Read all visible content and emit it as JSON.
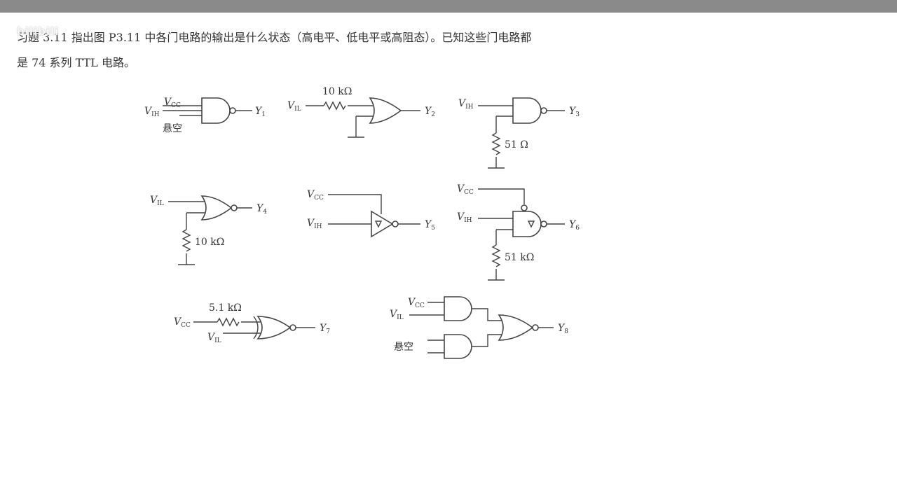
{
  "header": {
    "line1": "习题 3.11  指出图 P3.11 中各门电路的输出是什么状态（高电平、低电平或高阻态）。已知这些门电路都",
    "line2": "是 74 系列 TTL 电路。",
    "watermark": "bilibili"
  },
  "circuit_labels": {
    "g1": {
      "vcc": "V",
      "vcc_sub": "CC",
      "vih": "V",
      "vih_sub": "IH",
      "float": "悬空",
      "out": "Y",
      "out_sub": "1"
    },
    "g2": {
      "vil": "V",
      "vil_sub": "IL",
      "res": "10 kΩ",
      "out": "Y",
      "out_sub": "2"
    },
    "g3": {
      "vih": "V",
      "vih_sub": "IH",
      "res": "51 Ω",
      "out": "Y",
      "out_sub": "3"
    },
    "g4": {
      "vil": "V",
      "vil_sub": "IL",
      "res": "10 kΩ",
      "out": "Y",
      "out_sub": "4"
    },
    "g5": {
      "vcc": "V",
      "vcc_sub": "CC",
      "vih": "V",
      "vih_sub": "IH",
      "out": "Y",
      "out_sub": "5"
    },
    "g6": {
      "vcc": "V",
      "vcc_sub": "CC",
      "vih": "V",
      "vih_sub": "IH",
      "res": "51 kΩ",
      "out": "Y",
      "out_sub": "6"
    },
    "g7": {
      "vcc": "V",
      "vcc_sub": "CC",
      "vil": "V",
      "vil_sub": "IL",
      "res": "5.1 kΩ",
      "out": "Y",
      "out_sub": "7"
    },
    "g8": {
      "vcc": "V",
      "vcc_sub": "CC",
      "vil": "V",
      "vil_sub": "IL",
      "float": "悬空",
      "out": "Y",
      "out_sub": "8"
    }
  }
}
